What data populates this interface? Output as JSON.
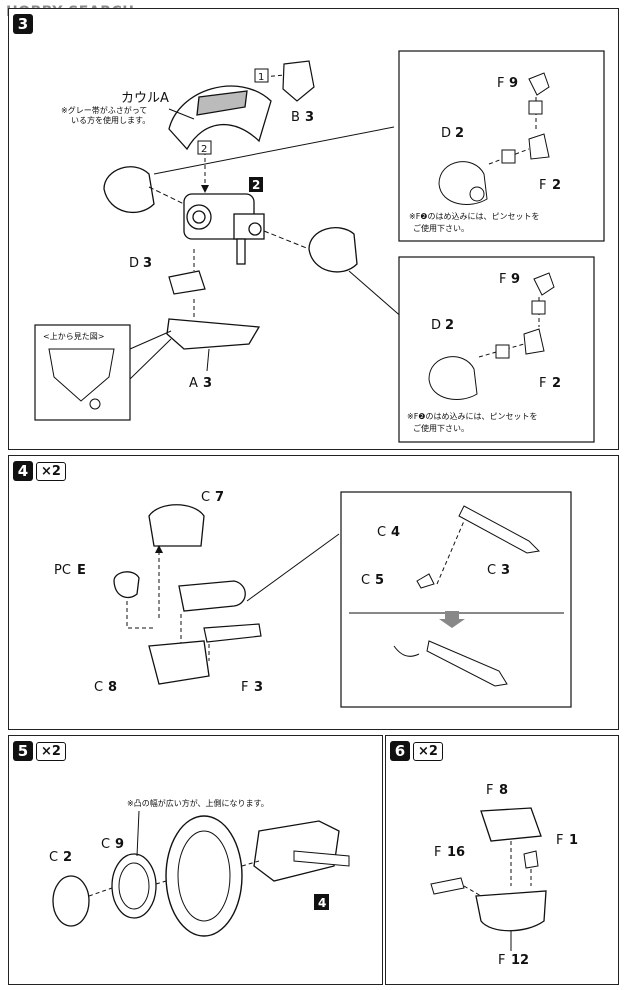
{
  "brand": {
    "text": "HOBBY SEARCH"
  },
  "steps": [
    {
      "id": "3",
      "multiplier": ""
    },
    {
      "id": "4",
      "multiplier": "×2"
    },
    {
      "id": "5",
      "multiplier": "×2"
    },
    {
      "id": "6",
      "multiplier": "×2"
    }
  ],
  "step3": {
    "cowl_label": "カウルA",
    "cowl_note_1": "※グレー帯がふさがって",
    "cowl_note_2": "いる方を使用します。",
    "part_b": "B",
    "part_b_num": "3",
    "sub_ref": "2",
    "part_d": "D",
    "part_d_num": "3",
    "part_a": "A",
    "part_a_num": "3",
    "topview_label": "<上から見た図>",
    "order_1": "1",
    "order_2": "2",
    "inset": [
      {
        "f_top": "F",
        "f_top_num": "9",
        "d": "D",
        "d_num": "2",
        "f_bottom": "F",
        "f_bottom_num": "2",
        "note_1": "※F❷のはめ込みには、ピンセットを",
        "note_2": "ご使用下さい。"
      },
      {
        "f_top": "F",
        "f_top_num": "9",
        "d": "D",
        "d_num": "2",
        "f_bottom": "F",
        "f_bottom_num": "2",
        "note_1": "※F❷のはめ込みには、ピンセットを",
        "note_2": "ご使用下さい。"
      }
    ]
  },
  "step4": {
    "c7": "C",
    "c7_num": "7",
    "pc": "PC",
    "pc_num": "E",
    "c8": "C",
    "c8_num": "8",
    "f3": "F",
    "f3_num": "3",
    "c4": "C",
    "c4_num": "4",
    "c5": "C",
    "c5_num": "5",
    "c3": "C",
    "c3_num": "3"
  },
  "step5": {
    "note": "※凸の幅が広い方が、上側になります。",
    "c2": "C",
    "c2_num": "2",
    "c9": "C",
    "c9_num": "9",
    "ref": "4"
  },
  "step6": {
    "f8": "F",
    "f8_num": "8",
    "f1": "F",
    "f1_num": "1",
    "f16": "F",
    "f16_num": "16",
    "f12": "F",
    "f12_num": "12"
  }
}
